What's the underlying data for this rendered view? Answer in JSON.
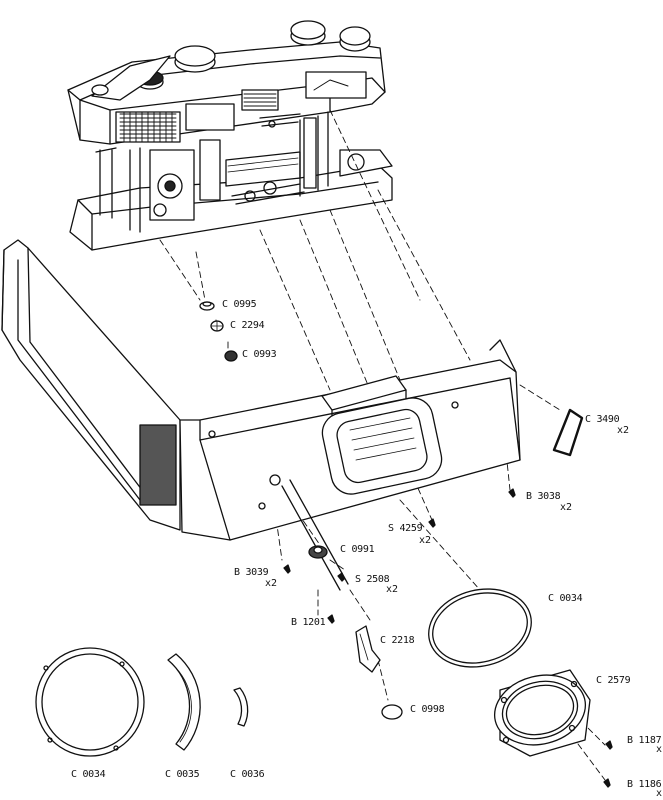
{
  "diagram": {
    "parts": [
      {
        "id": "c0995",
        "code": "C 0995"
      },
      {
        "id": "c2294",
        "code": "C 2294"
      },
      {
        "id": "c0993",
        "code": "C 0993"
      },
      {
        "id": "c3490",
        "code": "C 3490",
        "qty": "x2"
      },
      {
        "id": "b3038",
        "code": "B 3038",
        "qty": "x2"
      },
      {
        "id": "s4259",
        "code": "S 4259",
        "qty": "x2"
      },
      {
        "id": "c0991",
        "code": "C 0991"
      },
      {
        "id": "b3039",
        "code": "B 3039",
        "qty": "x2"
      },
      {
        "id": "s2508",
        "code": "S 2508",
        "qty": "x2"
      },
      {
        "id": "c0034a",
        "code": "C 0034"
      },
      {
        "id": "b1201",
        "code": "B 1201"
      },
      {
        "id": "c2218",
        "code": "C 2218"
      },
      {
        "id": "c2579",
        "code": "C 2579"
      },
      {
        "id": "c0998",
        "code": "C 0998"
      },
      {
        "id": "b1187",
        "code": "B 1187",
        "qty": "x"
      },
      {
        "id": "b1186",
        "code": "B 1186",
        "qty": "x"
      },
      {
        "id": "c0034b",
        "code": "C 0034"
      },
      {
        "id": "c0035",
        "code": "C 0035"
      },
      {
        "id": "c0036",
        "code": "C 0036"
      }
    ]
  }
}
